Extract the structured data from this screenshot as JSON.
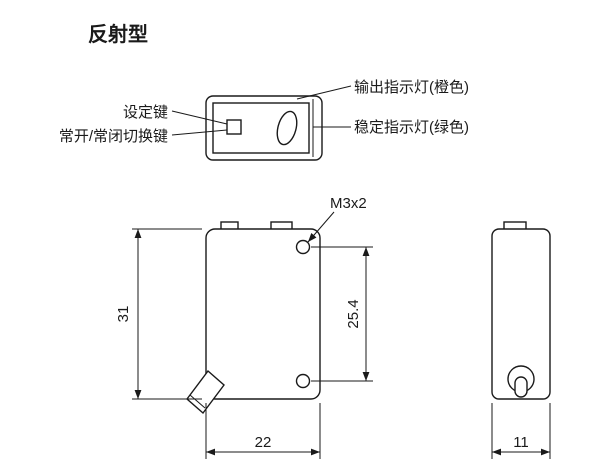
{
  "title": "反射型",
  "top_view": {
    "labels": {
      "output_indicator": "输出指示灯(橙色)",
      "stability_indicator": "稳定指示灯(绿色)",
      "setting_key": "设定键",
      "no_nc_switch_key": "常开/常闭切换键"
    }
  },
  "front_view": {
    "thread_callout": "M3x2",
    "dim_height": "31",
    "dim_hole_spacing": "25.4",
    "dim_width": "22"
  },
  "side_view": {
    "dim_depth": "11"
  },
  "colors": {
    "line": "#1a1a1a",
    "background": "#ffffff"
  }
}
